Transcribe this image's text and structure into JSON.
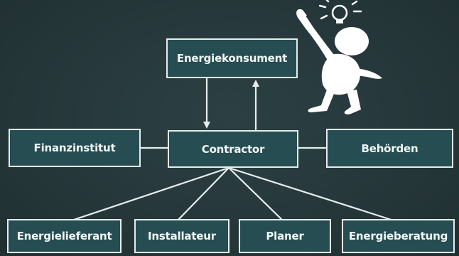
{
  "diagram": {
    "nodes": {
      "energiekonsument": "Energiekonsument",
      "finanzinstitut": "Finanzinstitut",
      "contractor": "Contractor",
      "behoerden": "Behörden",
      "energielieferant": "Energielieferant",
      "installateur": "Installateur",
      "planer": "Planer",
      "energieberatung": "Energieberatung"
    },
    "edges": [
      {
        "from": "energiekonsument",
        "to": "contractor",
        "style": "arrow"
      },
      {
        "from": "contractor",
        "to": "energiekonsument",
        "style": "arrow"
      },
      {
        "from": "finanzinstitut",
        "to": "contractor",
        "style": "line"
      },
      {
        "from": "contractor",
        "to": "behoerden",
        "style": "line"
      },
      {
        "from": "contractor",
        "to": "energielieferant",
        "style": "line"
      },
      {
        "from": "contractor",
        "to": "installateur",
        "style": "line"
      },
      {
        "from": "contractor",
        "to": "planer",
        "style": "line"
      },
      {
        "from": "contractor",
        "to": "energieberatung",
        "style": "line"
      }
    ]
  },
  "colors": {
    "background": "#26383b",
    "box_fill": "#264e52",
    "box_border": "#e6ecec",
    "text": "#f2f5f5",
    "lines": "#e6ecec"
  },
  "illustration": {
    "icon": "thinking-stick-figure-with-lightbulb-icon"
  }
}
